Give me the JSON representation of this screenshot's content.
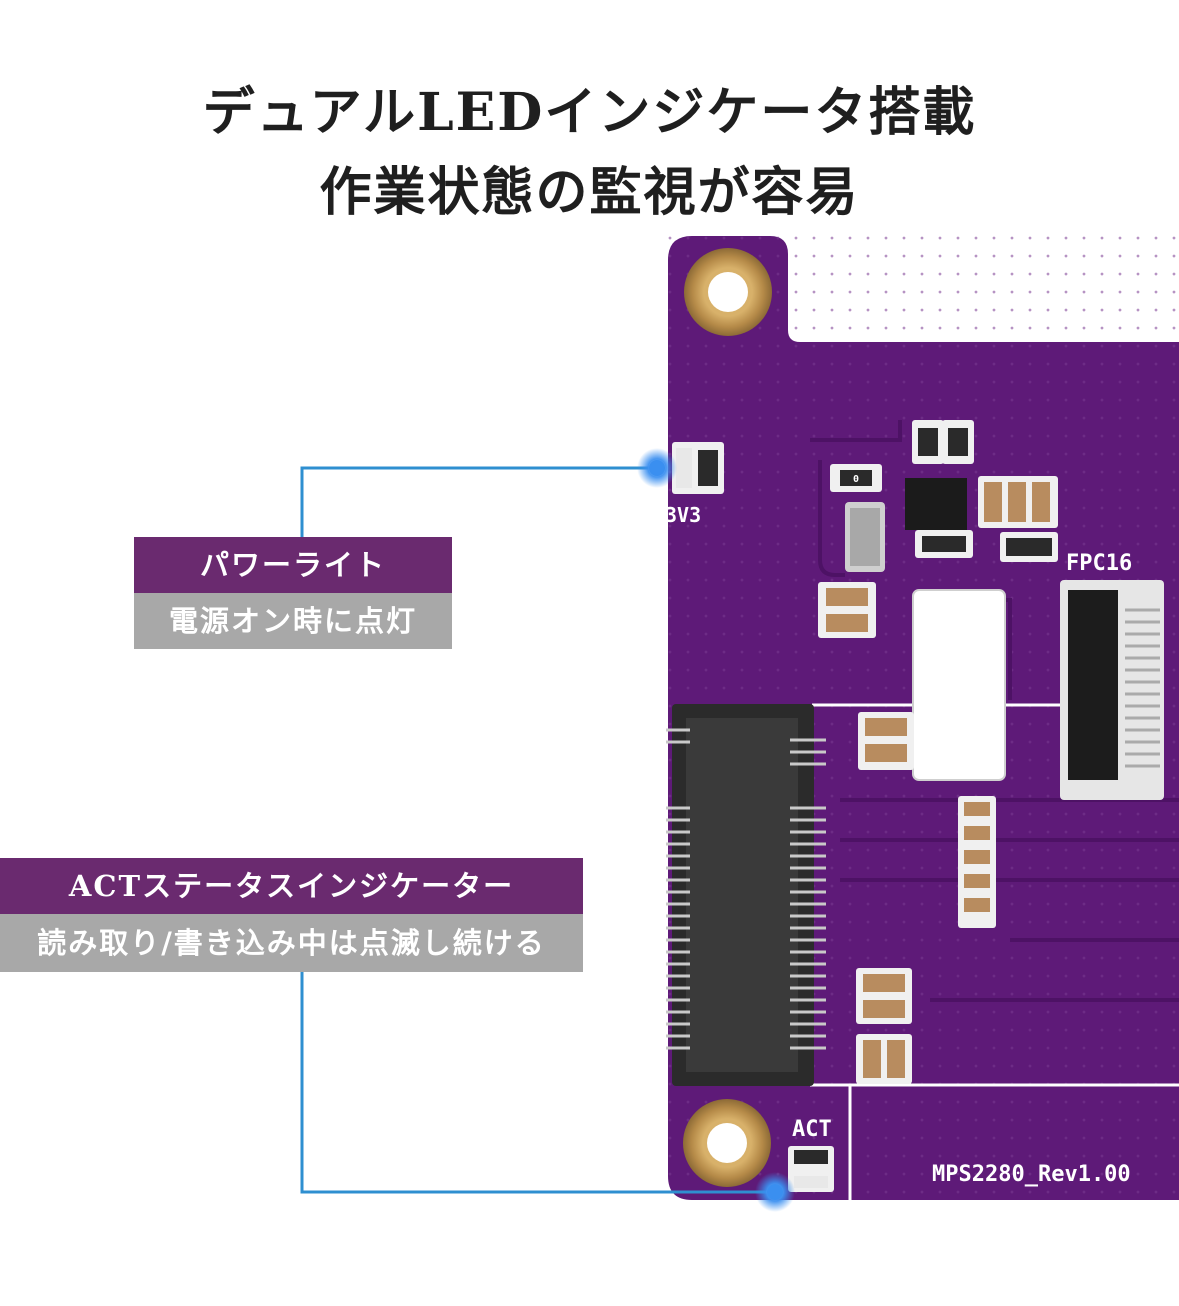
{
  "headline": {
    "line1": "デュアルLEDインジケータ搭載",
    "line2": "作業状態の監視が容易"
  },
  "callouts": [
    {
      "title": "パワーライト",
      "description": "電源オン時に点灯"
    },
    {
      "title": "ACTステータスインジケーター",
      "description": "読み取り/書き込み中は点滅し続ける"
    }
  ],
  "board_silkscreen": {
    "led_power": "3V3",
    "led_act": "ACT",
    "connector": "FPC16",
    "model": "MPS2280_Rev1.00"
  },
  "colors": {
    "pcb": "#5e1a78",
    "callout_title_bg": "#6a2a6f",
    "callout_desc_bg": "#a8a8a8",
    "leader_line": "#2f8fd0",
    "led_glow": "#3a8ff0"
  }
}
